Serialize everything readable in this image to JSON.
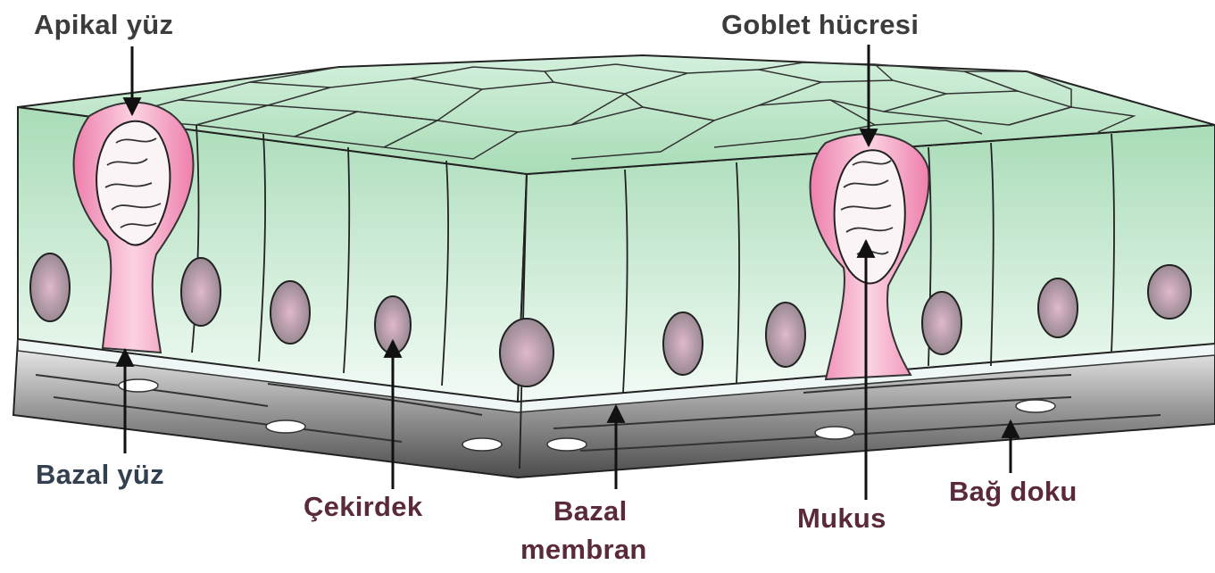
{
  "labels": {
    "apikal_yuz": "Apikal yüz",
    "goblet_hucresi": "Goblet hücresi",
    "bazal_yuz": "Bazal yüz",
    "cekirdek": "Çekirdek",
    "bazal_membran_line1": "Bazal",
    "bazal_membran_line2": "membran",
    "mukus": "Mukus",
    "bag_doku": "Bağ doku"
  },
  "colors": {
    "cell_green_top": "#b9e4c6",
    "cell_green_bottom": "#e9f7ef",
    "goblet_pink": "#f08cb4",
    "nucleus": "#b8a8b0",
    "connective_tissue": "#6e6e6e"
  }
}
